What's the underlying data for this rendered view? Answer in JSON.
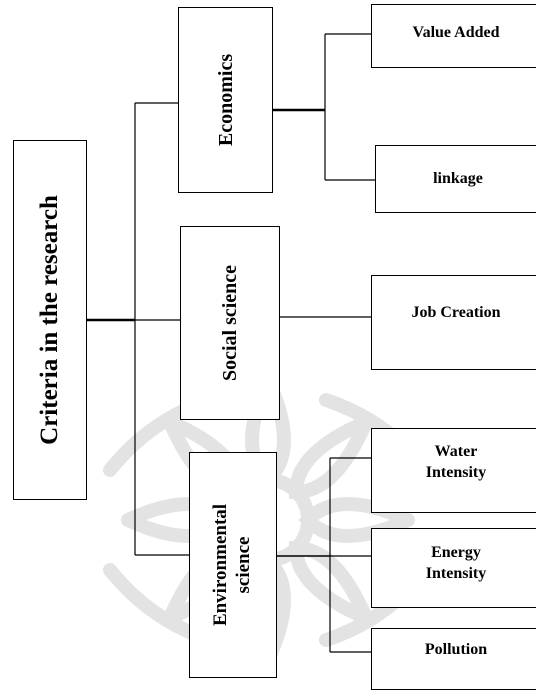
{
  "diagram": {
    "root": "Criteria in the research",
    "categories": [
      {
        "label": "Economics",
        "children": [
          "Value Added",
          "linkage"
        ]
      },
      {
        "label": "Social science",
        "children": [
          "Job Creation"
        ]
      },
      {
        "label_lines": [
          "Environmental",
          "science"
        ],
        "children": [
          [
            "Water",
            "Intensity"
          ],
          [
            "Energy",
            "Intensity"
          ],
          [
            "Pollution"
          ]
        ]
      }
    ]
  },
  "colors": {
    "line": "#000000",
    "box_border": "#000000",
    "watermark": "#e3e3e3"
  }
}
